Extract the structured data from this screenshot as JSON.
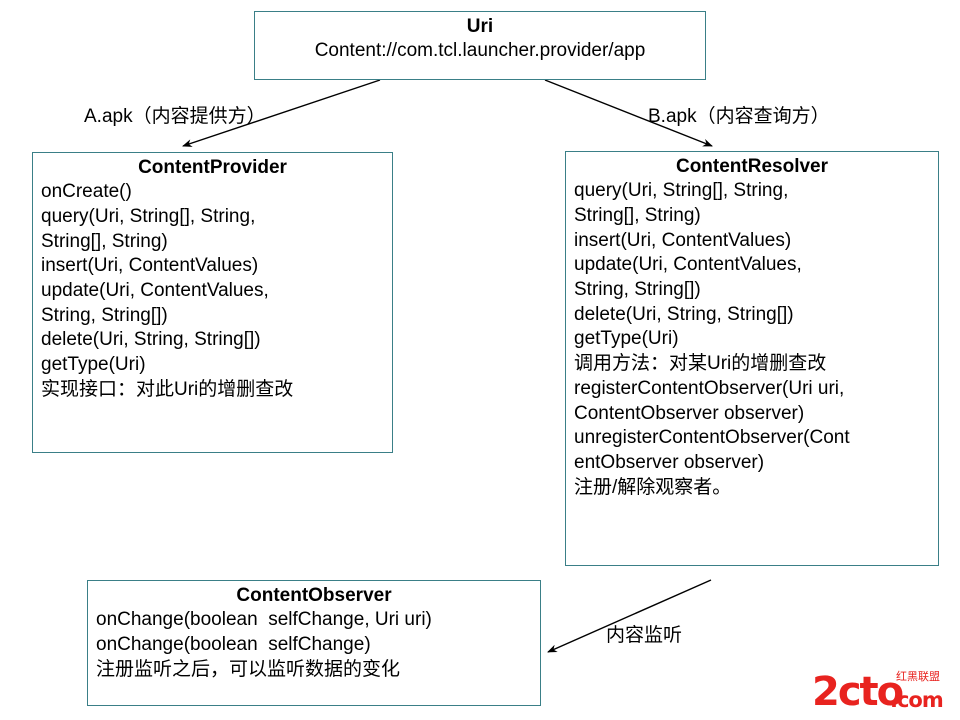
{
  "diagram": {
    "title_node": {
      "name": "Uri",
      "value": "Content://com.tcl.launcher.provider/app"
    },
    "nodes": [
      {
        "id": "content-provider",
        "title": "ContentProvider",
        "lines": [
          "onCreate()",
          "query(Uri, String[], String,",
          "String[], String)",
          "insert(Uri, ContentValues)",
          "update(Uri, ContentValues,",
          "String, String[])",
          "delete(Uri, String, String[])",
          "getType(Uri)",
          "实现接口：对此Uri的增删查改"
        ]
      },
      {
        "id": "content-resolver",
        "title": "ContentResolver",
        "lines": [
          "query(Uri, String[], String,",
          "String[], String)",
          "insert(Uri, ContentValues)",
          "update(Uri, ContentValues,",
          "String, String[])",
          "delete(Uri, String, String[])",
          "getType(Uri)",
          "调用方法：对某Uri的增删查改",
          "registerContentObserver(Uri uri,",
          "ContentObserver observer)",
          "unregisterContentObserver(Cont",
          "entObserver observer)",
          "注册/解除观察者。"
        ]
      },
      {
        "id": "content-observer",
        "title": "ContentObserver",
        "lines": [
          "onChange(boolean  selfChange, Uri uri)",
          "onChange(boolean  selfChange)",
          "注册监听之后，可以监听数据的变化"
        ]
      }
    ],
    "edges": [
      {
        "id": "uri-to-provider",
        "label": "A.apk（内容提供方）"
      },
      {
        "id": "uri-to-resolver",
        "label": "B.apk（内容查询方）"
      },
      {
        "id": "resolver-to-observer",
        "label": "内容监听"
      }
    ],
    "watermark": {
      "brand": "2cto",
      "tld": ".com",
      "chinese": "红黑联盟"
    },
    "colors": {
      "box_border": "#3a7f87",
      "text": "#000000",
      "arrow": "#000000",
      "watermark_red": "#e8231f",
      "background": "#ffffff"
    }
  }
}
